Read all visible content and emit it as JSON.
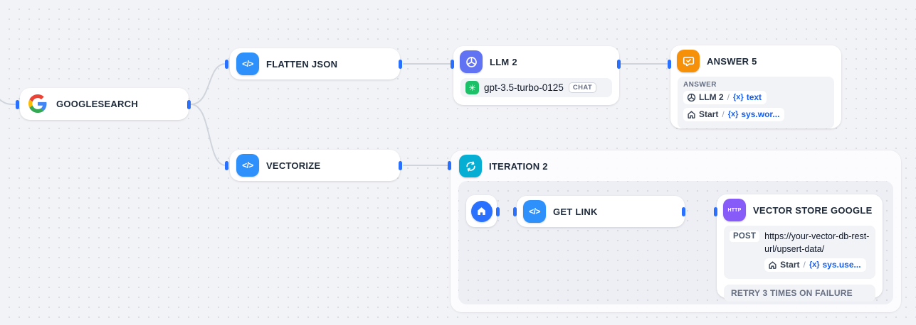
{
  "tokens": {
    "var_x": "{x}",
    "slash": "/"
  },
  "colors": {
    "accent_blue": "#2970FF",
    "link_blue": "#155EEF",
    "edge_gray": "#D0D5DD",
    "code_icon_blue": "#2E90FA",
    "llm_indigo": "#6172F3",
    "answer_orange": "#F79009",
    "iteration_cyan": "#06AED4",
    "http_purple": "#875BF7",
    "openai_green": "#1CC067"
  },
  "icons": {
    "code_glyph": "</>",
    "openai_glyph": "✳",
    "google": "google-g-logo",
    "llm": "circle-spokes",
    "answer": "chat-bubble-check",
    "iteration": "refresh-loop",
    "home": "house",
    "http": "HTTP"
  },
  "nodes": {
    "googlesearch": {
      "title": "GOOGLESEARCH"
    },
    "flatten_json": {
      "title": "FLATTEN JSON"
    },
    "llm2": {
      "title": "LLM 2",
      "model_name": "gpt-3.5-turbo-0125",
      "model_badge": "CHAT"
    },
    "answer5": {
      "title": "ANSWER 5",
      "section_label": "ANSWER",
      "variables": [
        {
          "source": "LLM 2",
          "var": "text"
        },
        {
          "source": "Start",
          "var": "sys.wor..."
        }
      ]
    },
    "vectorize": {
      "title": "VECTORIZE"
    },
    "iteration2": {
      "title": "ITERATION 2"
    },
    "get_link": {
      "title": "GET LINK"
    },
    "vector_store_google": {
      "title": "VECTOR STORE GOOGLE",
      "icon_label": "HTTP",
      "method": "POST",
      "url": "https://your-vector-db-rest-url/upsert-data/",
      "variable": {
        "source": "Start",
        "var": "sys.use..."
      },
      "retry_label": "RETRY 3 TIMES ON FAILURE"
    }
  }
}
